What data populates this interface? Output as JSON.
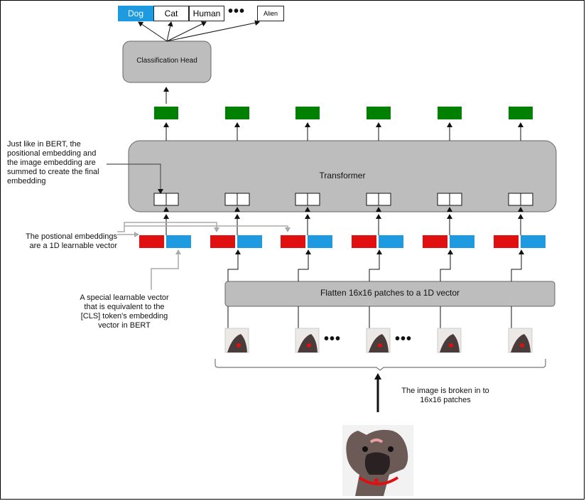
{
  "classes": [
    "Dog",
    "Cat",
    "Human",
    "Alien"
  ],
  "class_colors": {
    "selected": "#1e9be0"
  },
  "classification_head_label": "Classification Head",
  "transformer_label": "Transformer",
  "flatten_label": "Flatten 16x16 patches to a 1D vector",
  "notes": {
    "bert_note": [
      "Just like in BERT, the",
      "positional embedding and",
      "the image embedding are",
      "summed to create the final",
      "embedding"
    ],
    "positional_note": [
      "The postional embeddings",
      "are a 1D learnable vector"
    ],
    "cls_note": [
      "A special learnable vector",
      "that is equivalent to the",
      "[CLS] token's embedding",
      "vector in BERT"
    ],
    "patches_note": [
      "The image is broken in to",
      "16x16 patches"
    ]
  },
  "ellipsis": "•••",
  "colors": {
    "output_token": "#008000",
    "positional_embedding": "#e01010",
    "patch_embedding": "#1e9be0",
    "block_fill": "#bdbdbd"
  },
  "patch_icons": [
    "image-patch-icon",
    "image-patch-icon",
    "image-patch-icon",
    "image-patch-icon",
    "image-patch-icon"
  ],
  "input_image_icon": "dog-photo-icon"
}
